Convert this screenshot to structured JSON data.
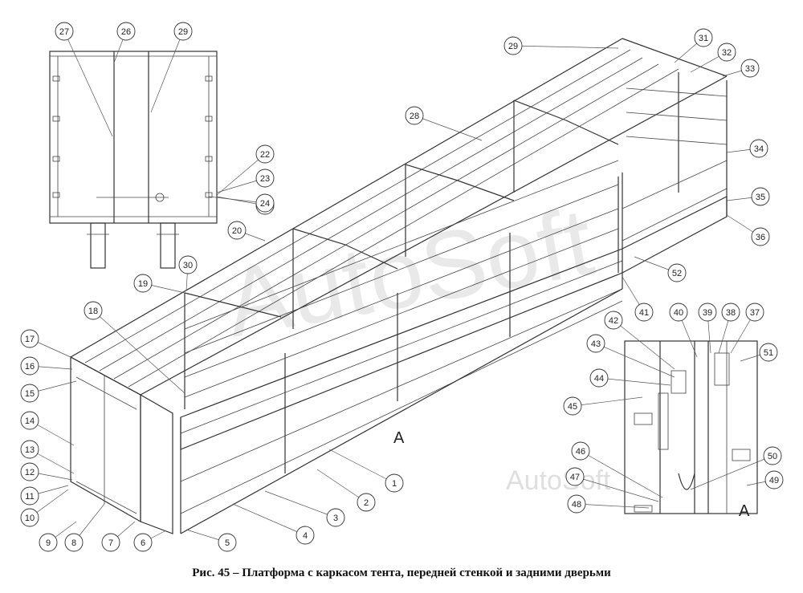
{
  "figure": {
    "caption": "Рис. 45 – Платформа с каркасом тента, передней стенкой и задними дверьми",
    "watermark_main": "AutoSoft",
    "watermark_small": "AutoSoft",
    "view_labels": {
      "main": "А",
      "detail": "А"
    },
    "callouts": [
      "1",
      "2",
      "3",
      "4",
      "5",
      "6",
      "7",
      "8",
      "9",
      "10",
      "11",
      "12",
      "13",
      "14",
      "15",
      "16",
      "17",
      "18",
      "19",
      "20",
      "21",
      "22",
      "23",
      "24",
      "26",
      "27",
      "28",
      "29",
      "29",
      "30",
      "31",
      "32",
      "33",
      "34",
      "35",
      "36",
      "37",
      "38",
      "39",
      "40",
      "41",
      "42",
      "43",
      "44",
      "45",
      "46",
      "47",
      "48",
      "49",
      "50",
      "51",
      "52"
    ]
  }
}
